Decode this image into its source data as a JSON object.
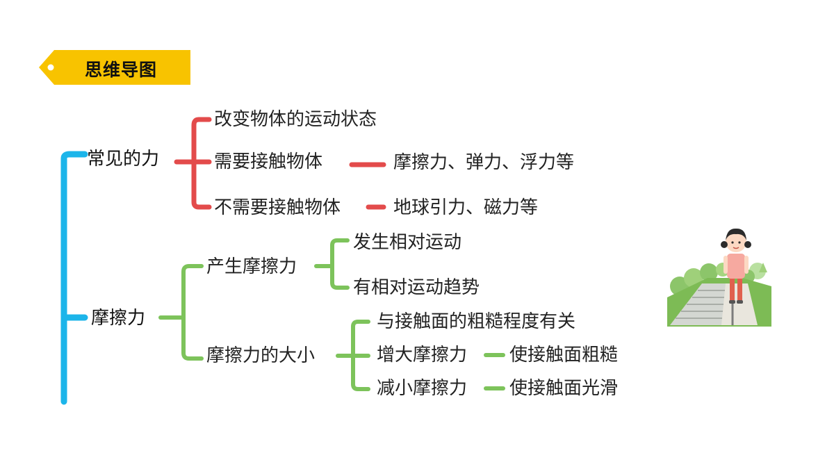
{
  "header": {
    "title": "思维导图"
  },
  "mindmap": {
    "colors": {
      "root": "#1cb5ea",
      "branch1": "#e34b4b",
      "branch2": "#7dc35b",
      "tag": "#f8c300"
    },
    "branch1": {
      "label": "常见的力",
      "items": [
        {
          "label": "改变物体的运动状态"
        },
        {
          "label": "需要接触物体",
          "example": "摩擦力、弹力、浮力等"
        },
        {
          "label": "不需要接触物体",
          "example": "地球引力、磁力等"
        }
      ]
    },
    "branch2": {
      "label": "摩擦力",
      "sub1": {
        "label": "产生摩擦力",
        "items": [
          {
            "label": "发生相对运动"
          },
          {
            "label": "有相对运动趋势"
          }
        ]
      },
      "sub2": {
        "label": "摩擦力的大小",
        "items": [
          {
            "label": "与接触面的粗糙程度有关"
          },
          {
            "label": "增大摩擦力",
            "method": "使接触面粗糙"
          },
          {
            "label": "减小摩擦力",
            "method": "使接触面光滑"
          }
        ]
      }
    }
  }
}
